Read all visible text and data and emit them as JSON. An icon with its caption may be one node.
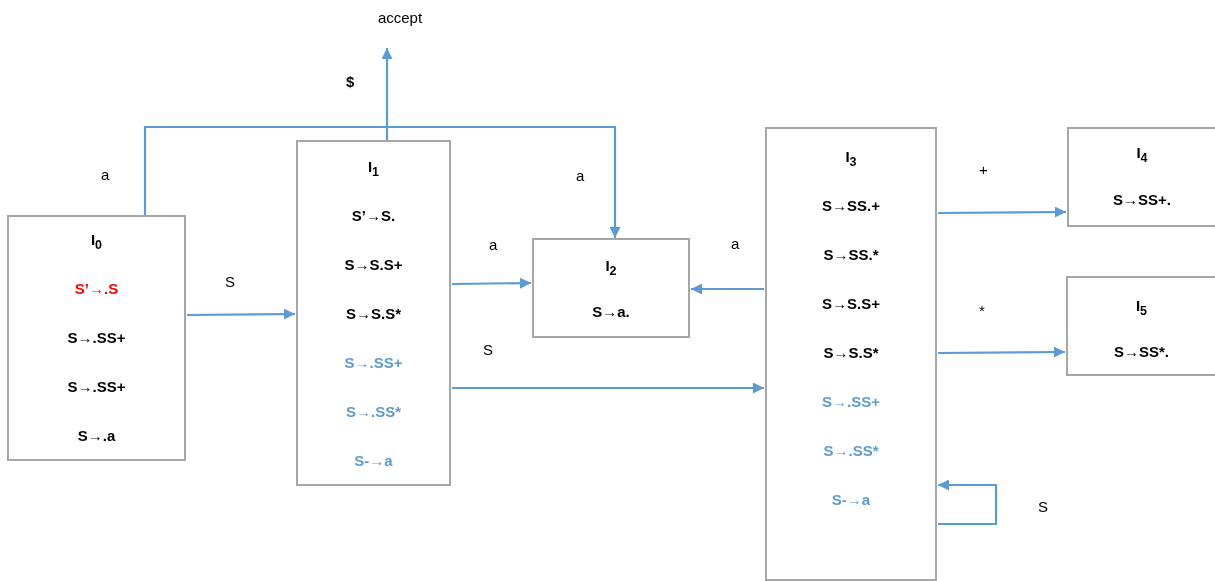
{
  "diagram": {
    "nodes": [
      {
        "text": [
          "accept"
        ]
      },
      {
        "text": [
          "I$_{0}$",
          "S’→.S",
          "S→.SS+",
          "S→.SS+",
          "S→.a"
        ]
      },
      {
        "text": [
          "I$_{1}$",
          "S’→S.",
          "S→S.S+",
          "S→S.S*",
          "S→.SS+",
          "S→.SS*",
          "S-→a"
        ]
      },
      {
        "text": [
          "I$_{2}$",
          "S→a."
        ]
      },
      {
        "text": [
          "I$_{3}$",
          "S→SS.+",
          "S→SS.*",
          "S→S.S+",
          "S→S.S*",
          "S→.SS+",
          "S→.SS*",
          "S-→a"
        ]
      },
      {
        "text": [
          "I$_{4}$",
          "S→SS+."
        ]
      },
      {
        "text": [
          "I$_{5}$",
          "S→SS*."
        ]
      }
    ],
    "edges": [
      {
        "from": 2,
        "to": 0,
        "arrow": "to",
        "label": "$"
      },
      {
        "from": 1,
        "to": 3,
        "arrow": "to",
        "label": "a"
      },
      {
        "from": 1,
        "to": 2,
        "arrow": "to",
        "label": "S"
      },
      {
        "from": 2,
        "to": 3,
        "arrow": "to",
        "label": "a"
      },
      {
        "from": 2,
        "to": 4,
        "arrow": "to",
        "label": "S"
      },
      {
        "from": 4,
        "to": 3,
        "arrow": "to",
        "label": "a"
      },
      {
        "from": 4,
        "to": 5,
        "arrow": "to",
        "label": "+"
      },
      {
        "from": 4,
        "to": 6,
        "arrow": "to",
        "label": "*"
      },
      {
        "from": 4,
        "to": 4,
        "arrow": "to",
        "label": "S"
      }
    ],
    "labels": [
      "a"
    ]
  }
}
